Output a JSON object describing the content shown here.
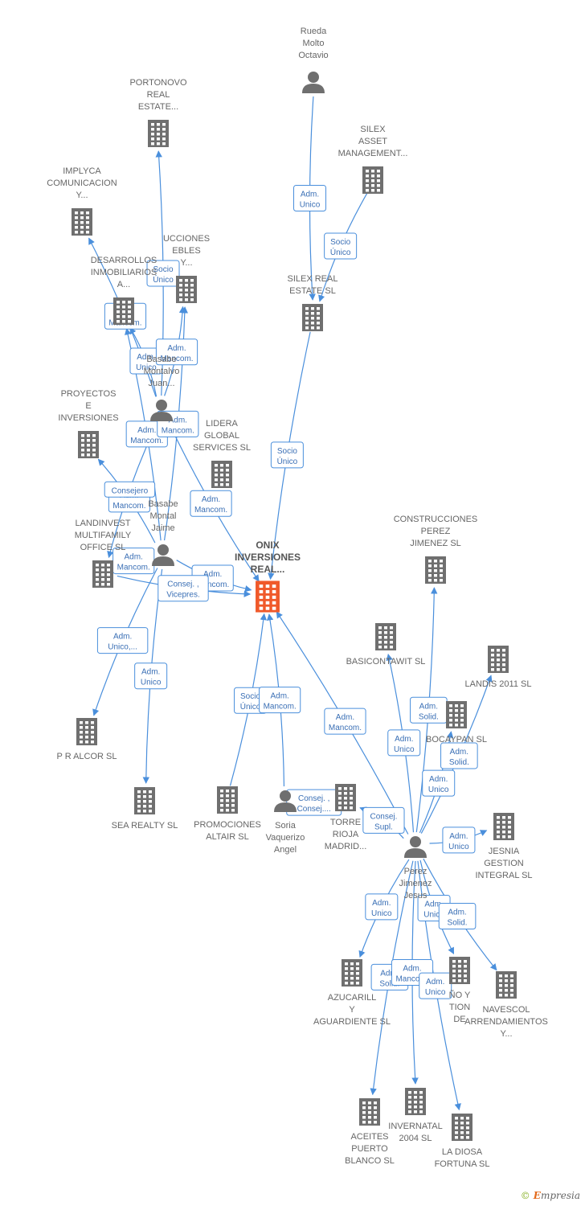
{
  "colors": {
    "edge": "#4a8fdc",
    "company": "#6f6f6f",
    "focus": "#f0592a",
    "person": "#6f6f6f"
  },
  "nodes": [
    {
      "id": "onix",
      "type": "company",
      "focus": true,
      "label": [
        "ONIX",
        "INVERSIONES",
        "REAL..."
      ]
    },
    {
      "id": "rueda",
      "type": "person",
      "label": [
        "Rueda",
        "Molto",
        "Octavio"
      ]
    },
    {
      "id": "portonovo",
      "type": "company",
      "label": [
        "PORTONOVO",
        "REAL",
        "ESTATE..."
      ]
    },
    {
      "id": "silexam",
      "type": "company",
      "label": [
        "SILEX",
        "ASSET",
        "MANAGEMENT..."
      ]
    },
    {
      "id": "implyca",
      "type": "company",
      "label": [
        "IMPLYCA",
        "COMUNICACION",
        "Y..."
      ]
    },
    {
      "id": "construcciones_muebles",
      "type": "company",
      "label": [
        "UCCIONES",
        "EBLES",
        "Y..."
      ]
    },
    {
      "id": "desarrollos",
      "type": "company",
      "label": [
        "DESARROLLOS",
        "INMOBILIARIOS",
        "A..."
      ]
    },
    {
      "id": "silexre",
      "type": "company",
      "label": [
        "SILEX REAL",
        "ESTATE  SL"
      ]
    },
    {
      "id": "basabe_juan",
      "type": "person",
      "label": [
        "Basabe",
        "Montalvo",
        "Juan..."
      ]
    },
    {
      "id": "proyectos",
      "type": "company",
      "label": [
        "PROYECTOS",
        "E",
        "INVERSIONES"
      ]
    },
    {
      "id": "lidera",
      "type": "company",
      "label": [
        "LIDERA",
        "GLOBAL",
        "SERVICES  SL"
      ]
    },
    {
      "id": "basabe_jaime",
      "type": "person",
      "label": [
        "Basabe",
        "Montal",
        "Jaime"
      ]
    },
    {
      "id": "landinvest",
      "type": "company",
      "label": [
        "LANDINVEST",
        "MULTIFAMILY",
        "OFFICE  SL"
      ]
    },
    {
      "id": "cpj",
      "type": "company",
      "label": [
        "CONSTRUCCIONES",
        "PEREZ",
        "JIMENEZ  SL"
      ]
    },
    {
      "id": "basicontawit",
      "type": "company",
      "label": [
        "BASICONTAWIT SL"
      ]
    },
    {
      "id": "landis",
      "type": "company",
      "label": [
        "LANDIS 2011 SL"
      ]
    },
    {
      "id": "bocaypan",
      "type": "company",
      "label": [
        "BOCAYPAN SL"
      ]
    },
    {
      "id": "pralcor",
      "type": "company",
      "label": [
        "P R ALCOR SL"
      ]
    },
    {
      "id": "searealty",
      "type": "company",
      "label": [
        "SEA REALTY SL"
      ]
    },
    {
      "id": "promociones",
      "type": "company",
      "label": [
        "PROMOCIONES",
        "ALTAIR SL"
      ]
    },
    {
      "id": "soria",
      "type": "person",
      "label": [
        "Soria",
        "Vaquerizo",
        "Angel"
      ]
    },
    {
      "id": "torre",
      "type": "company",
      "label": [
        "TORRE",
        "RIOJA",
        "MADRID..."
      ]
    },
    {
      "id": "jesnia",
      "type": "company",
      "label": [
        "JESNIA",
        "GESTION",
        "INTEGRAL SL"
      ]
    },
    {
      "id": "perez",
      "type": "person",
      "label": [
        "Perez",
        "Jimenez",
        "Jesus"
      ]
    },
    {
      "id": "azucarillo",
      "type": "company",
      "label": [
        "AZUCARILL",
        "Y",
        "AGUARDIENTE SL"
      ]
    },
    {
      "id": "diseno",
      "type": "company",
      "label": [
        "ÑO Y",
        "TION",
        "DE"
      ]
    },
    {
      "id": "navescol",
      "type": "company",
      "label": [
        "NAVESCOL",
        "ARRENDAMIENTOS",
        "Y..."
      ]
    },
    {
      "id": "aceites",
      "type": "company",
      "label": [
        "ACEITES",
        "PUERTO",
        "BLANCO SL"
      ]
    },
    {
      "id": "invernatal",
      "type": "company",
      "label": [
        "INVERNATAL",
        "2004 SL"
      ]
    },
    {
      "id": "ladiosa",
      "type": "company",
      "label": [
        "LA DIOSA",
        "FORTUNA SL"
      ]
    }
  ],
  "edges": [
    {
      "from": "rueda",
      "to": "silexre",
      "label": [
        "Adm.",
        "Unico"
      ]
    },
    {
      "from": "silexam",
      "to": "silexre",
      "label": [
        "Socio",
        "Único"
      ]
    },
    {
      "from": "silexre",
      "to": "onix",
      "label": [
        "Socio",
        "Único"
      ]
    },
    {
      "from": "basabe_juan",
      "to": "portonovo",
      "label": [
        "Socio",
        "Único"
      ]
    },
    {
      "from": "basabe_juan",
      "to": "implyca",
      "label": [
        "Adm.",
        "Mancom."
      ]
    },
    {
      "from": "basabe_juan",
      "to": "desarrollos",
      "label": [
        "Adm.",
        "Unico"
      ]
    },
    {
      "from": "basabe_juan",
      "to": "construcciones_muebles",
      "label": [
        "Adm.",
        "Mancom."
      ]
    },
    {
      "from": "basabe_jaime",
      "to": "desarrollos",
      "label": [
        "Adm.",
        "Mancom."
      ]
    },
    {
      "from": "basabe_jaime",
      "to": "proyectos",
      "label": [
        "Adm.",
        "Mancom."
      ]
    },
    {
      "from": "basabe_jaime",
      "to": "construcciones_muebles",
      "label": [
        "Adm.",
        "Mancom."
      ]
    },
    {
      "from": "basabe_juan",
      "to": "landinvest",
      "label": [
        "Consejero"
      ]
    },
    {
      "from": "basabe_jaime",
      "to": "landinvest",
      "label": [
        "Adm.",
        "Mancom."
      ]
    },
    {
      "from": "basabe_juan",
      "to": "onix",
      "label": [
        "Adm.",
        "Mancom."
      ]
    },
    {
      "from": "basabe_jaime",
      "to": "onix",
      "label": [
        "Adm.",
        "Mancom."
      ]
    },
    {
      "from": "basabe_jaime",
      "to": "pralcor",
      "label": [
        "Adm.",
        "Unico,..."
      ]
    },
    {
      "from": "basabe_jaime",
      "to": "searealty",
      "label": [
        "Adm.",
        "Unico"
      ]
    },
    {
      "from": "landinvest",
      "to": "onix",
      "label": [
        "Consej. ,",
        "Vicepres."
      ]
    },
    {
      "from": "promociones",
      "to": "onix",
      "label": [
        "Socio",
        "Único"
      ]
    },
    {
      "from": "soria",
      "to": "onix",
      "label": [
        "Adm.",
        "Mancom."
      ]
    },
    {
      "from": "perez",
      "to": "onix",
      "label": [
        "Adm.",
        "Mancom."
      ]
    },
    {
      "from": "perez",
      "to": "cpj",
      "label": [
        "Adm.",
        "Solid."
      ]
    },
    {
      "from": "perez",
      "to": "basicontawit",
      "label": [
        "Adm.",
        "Unico"
      ]
    },
    {
      "from": "perez",
      "to": "landis",
      "label": [
        "Adm.",
        "Solid."
      ]
    },
    {
      "from": "perez",
      "to": "bocaypan",
      "label": [
        "Adm.",
        "Unico"
      ]
    },
    {
      "from": "perez",
      "to": "jesnia",
      "label": [
        "Adm.",
        "Unico"
      ]
    },
    {
      "from": "perez",
      "to": "torre",
      "label": [
        "Consej.",
        "Supl."
      ]
    },
    {
      "from": "soria",
      "to": "torre",
      "label": [
        "Consej. ,",
        "Consej...."
      ]
    },
    {
      "from": "perez",
      "to": "azucarillo",
      "label": [
        "Adm.",
        "Unico"
      ]
    },
    {
      "from": "perez",
      "to": "diseno",
      "label": [
        "Adm.",
        "Unico"
      ]
    },
    {
      "from": "perez",
      "to": "navescol",
      "label": [
        "Adm.",
        "Solid."
      ]
    },
    {
      "from": "perez",
      "to": "aceites",
      "label": [
        "Adm.",
        "Solid."
      ]
    },
    {
      "from": "perez",
      "to": "invernatal",
      "label": [
        "Adm.",
        "Mancom."
      ]
    },
    {
      "from": "perez",
      "to": "ladiosa",
      "label": [
        "Adm.",
        "Unico"
      ]
    }
  ],
  "brand": {
    "copyright": "©",
    "initial": "E",
    "rest": "mpresia"
  }
}
